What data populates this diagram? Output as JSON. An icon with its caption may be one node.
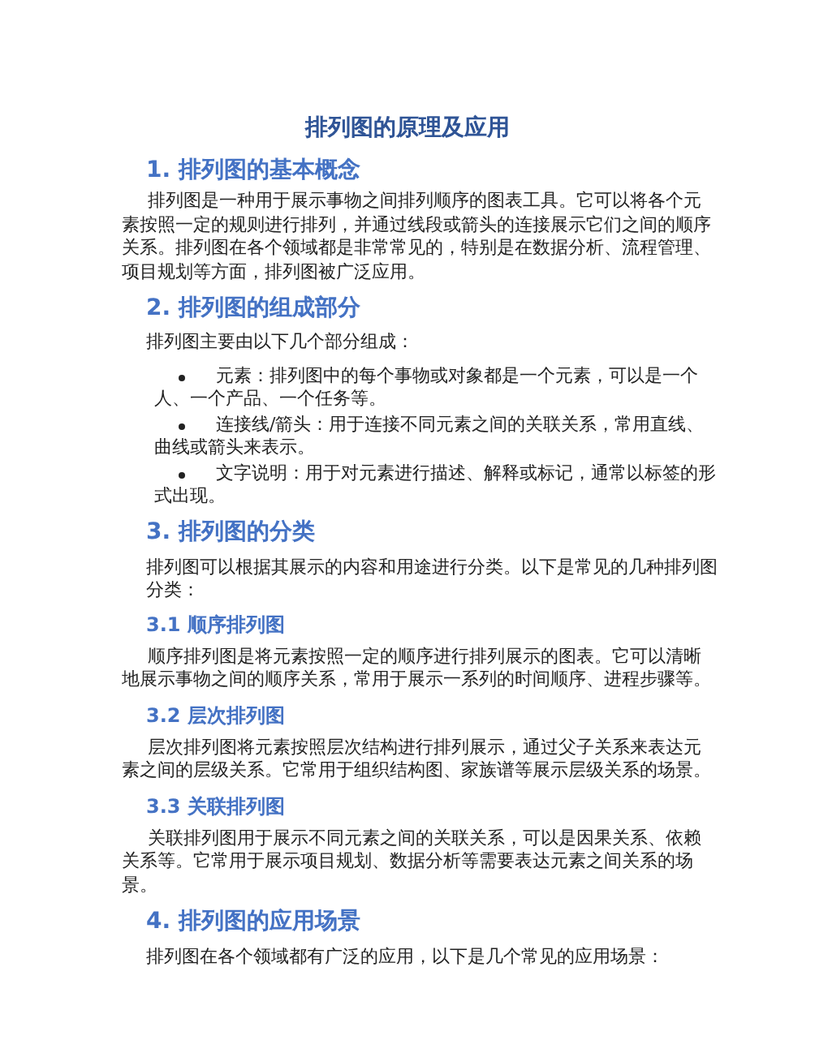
{
  "diagram": {
    "title": "排列图的原理及应用",
    "labels": [
      "1. 排列图的基本概念",
      "排列图是一种用于展示事物之间排列顺序的图表工具。它可以将各个元素按照一定的规则进行排列，并通过线段或箭头的连接展示它们之间的顺序关系。排列图在各个领域都是非常常见的，特别是在数据分析、流程管理、项目规划等方面，排列图被广泛应用。",
      "2. 排列图的组成部分",
      "排列图主要由以下几个部分组成：",
      "元素：排列图中的每个事物或对象都是一个元素，可以是一个人、一个产品、一个任务等。",
      "连接线/箭头：用于连接不同元素之间的关联关系，常用直线、曲线或箭头来表示。",
      "文字说明：用于对元素进行描述、解释或标记，通常以标签的形式出现。",
      "3. 排列图的分类",
      "排列图可以根据其展示的内容和用途进行分类。以下是常见的几种排列图分类：",
      "3.1 顺序排列图",
      "顺序排列图是将元素按照一定的顺序进行排列展示的图表。它可以清晰地展示事物之间的顺序关系，常用于展示一系列的时间顺序、进程步骤等。",
      "3.2 层次排列图",
      "层次排列图将元素按照层次结构进行排列展示，通过父子关系来表达元素之间的层级关系。它常用于组织结构图、家族谱等展示层级关系的场景。",
      "3.3 关联排列图",
      "关联排列图用于展示不同元素之间的关联关系，可以是因果关系、依赖关系等。它常用于展示项目规划、数据分析等需要表达元素之间关系的场景。",
      "4. 排列图的应用场景",
      "排列图在各个领域都有广泛的应用，以下是几个常见的应用场景："
    ]
  }
}
